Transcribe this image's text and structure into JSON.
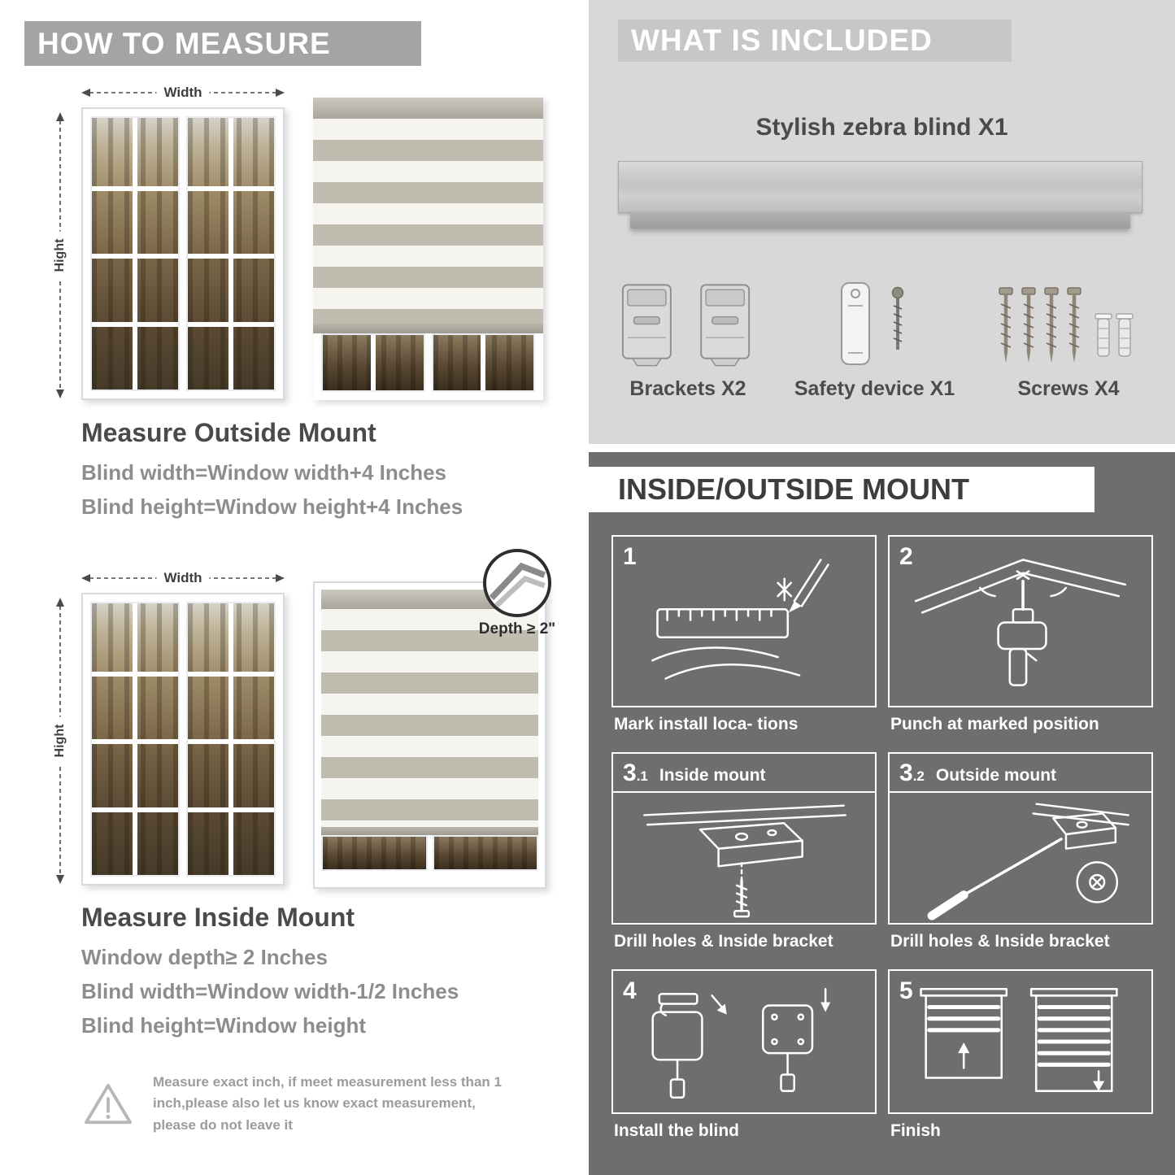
{
  "left": {
    "banner": "HOW TO MEASURE",
    "outside": {
      "width_label": "Width",
      "height_label": "Hight",
      "title": "Measure Outside Mount",
      "line1": "Blind width=Window width+4 Inches",
      "line2": "Blind height=Window height+4 Inches"
    },
    "inside": {
      "width_label": "Width",
      "height_label": "Hight",
      "depth_callout": "Depth ≥ 2\"",
      "title": "Measure Inside Mount",
      "line1": "Window depth≥ 2 Inches",
      "line2": "Blind width=Window width-1/2 Inches",
      "line3": "Blind height=Window height"
    },
    "warning": "Measure exact inch, if meet measurement less than 1 inch,please also let us know exact measurement, please do not leave it"
  },
  "included": {
    "banner": "WHAT IS INCLUDED",
    "product_title": "Stylish zebra blind X1",
    "items": [
      {
        "label": "Brackets X2"
      },
      {
        "label": "Safety device X1"
      },
      {
        "label": "Screws X4"
      }
    ]
  },
  "mount": {
    "banner": "INSIDE/OUTSIDE MOUNT",
    "steps": [
      {
        "number": "1",
        "sub": "",
        "tag": "",
        "caption": "Mark install loca- tions"
      },
      {
        "number": "2",
        "sub": "",
        "tag": "",
        "caption": "Punch at  marked position"
      },
      {
        "number": "3",
        "sub": ".1",
        "tag": "Inside mount",
        "caption": "Drill holes &  Inside bracket"
      },
      {
        "number": "3",
        "sub": ".2",
        "tag": "Outside mount",
        "caption": "Drill holes &  Inside bracket"
      },
      {
        "number": "4",
        "sub": "",
        "tag": "",
        "caption": "Install the blind"
      },
      {
        "number": "5",
        "sub": "",
        "tag": "",
        "caption": "Finish"
      }
    ]
  },
  "colors": {
    "banner_gray": "#a4a4a4",
    "light_panel": "#d8d8d8",
    "dark_panel": "#6e6e6e",
    "heading_dark": "#4a4a4a",
    "body_gray": "#8d8d8d"
  }
}
